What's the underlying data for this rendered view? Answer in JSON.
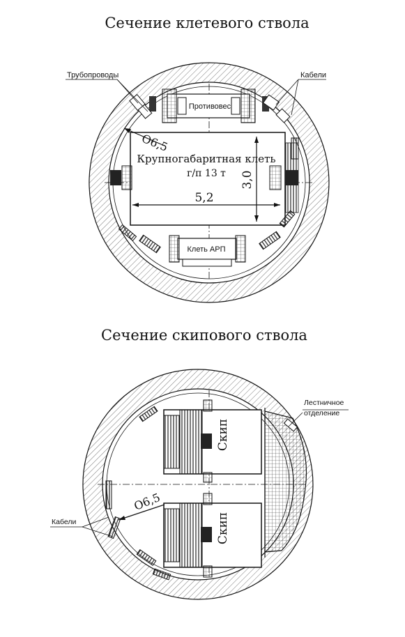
{
  "top": {
    "title": "Сечение клетевого ствола",
    "labels": {
      "pipelines": "Трубопроводы",
      "cables": "Кабели",
      "counterweight": "Противовес",
      "diameter": "О6,5",
      "cage": "Крупногабаритная клеть",
      "cage_capacity": "г/п 13 т",
      "height": "3,0",
      "width": "5,2",
      "arp_cage": "Клеть АРП"
    }
  },
  "bottom": {
    "title": "Сечение скипового ствола",
    "labels": {
      "ladder_line1": "Лестничное",
      "ladder_line2": "отделение",
      "skip_upper": "Скип",
      "skip_lower": "Скип",
      "diameter": "О6,5",
      "cables": "Кабели"
    }
  }
}
